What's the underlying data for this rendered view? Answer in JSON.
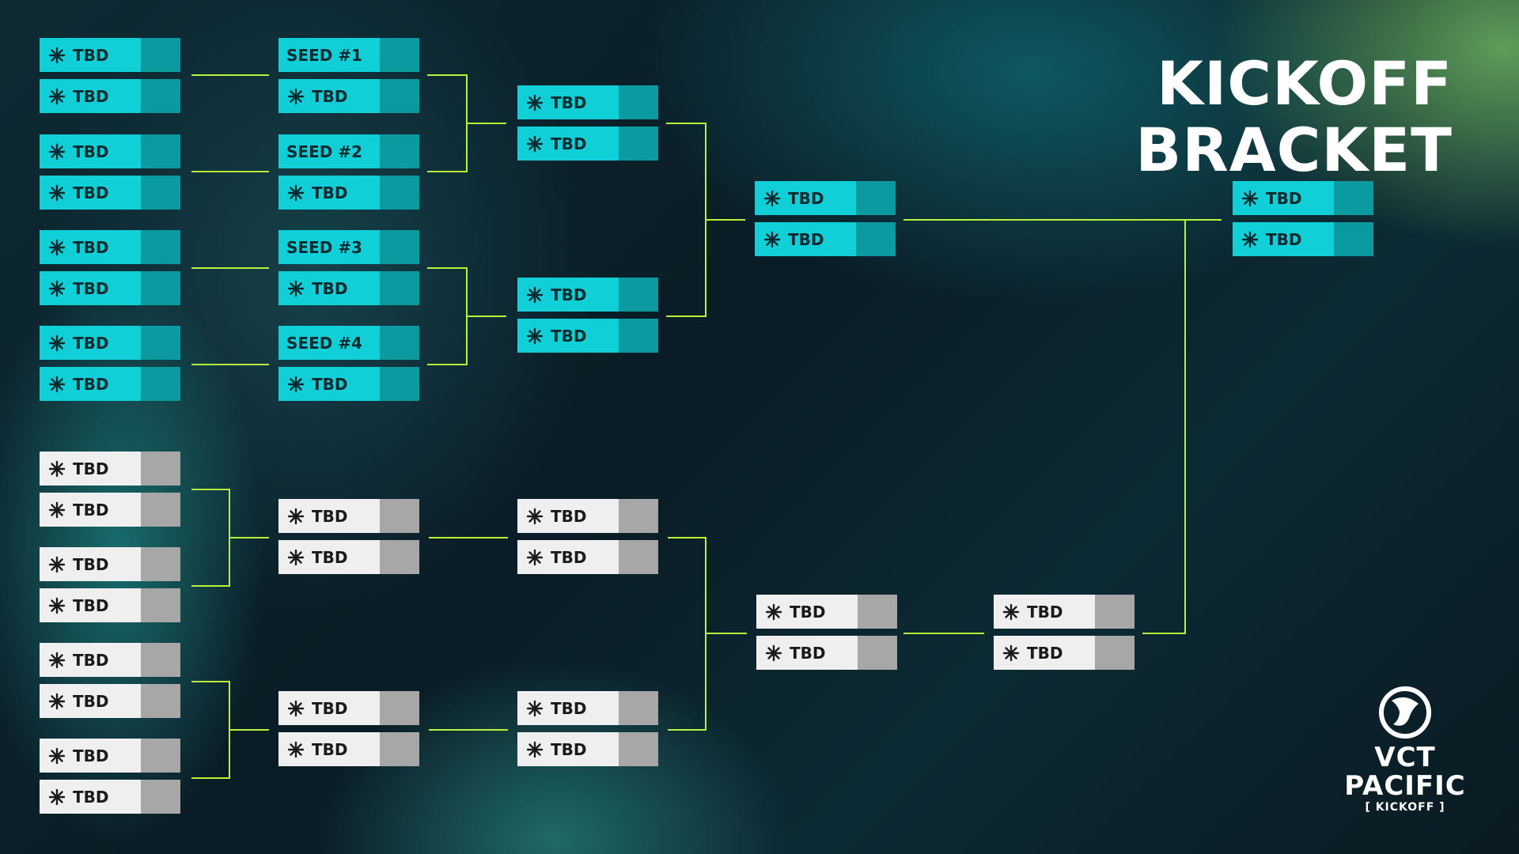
{
  "title": "KICKOFF BRACKET",
  "tbd": "TBD",
  "seeds": [
    "SEED #1",
    "SEED #2",
    "SEED #3",
    "SEED #4"
  ],
  "logo": {
    "line1": "VCT",
    "line2": "PACIFIC",
    "line3": "[ KICKOFF ]"
  },
  "colors": {
    "upper_name": "#10cfd6",
    "upper_score": "#0a9a9f",
    "lower_name": "#efefef",
    "lower_score": "#a7a7a7",
    "connector": "#b8f23a"
  },
  "team_icon": "valorant-champions-tour-icon"
}
